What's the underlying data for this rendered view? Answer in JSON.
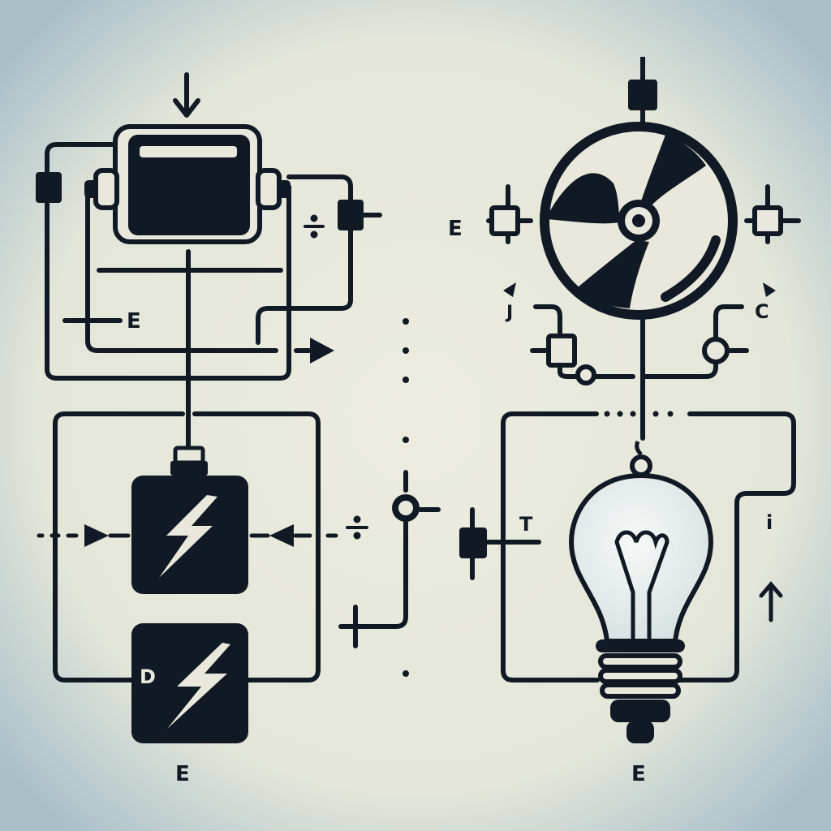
{
  "labels": {
    "left_bottom": "E",
    "right_bottom": "E",
    "left_motor_side": "E",
    "right_fan_left": "E",
    "right_fan_right": "C",
    "right_fan_left_small": "J",
    "battery_bottom_mark": "D",
    "right_switch": "T",
    "right_side_mark": "i",
    "plus_minus_1": "÷",
    "plus_minus_2": "÷"
  },
  "colors": {
    "ink": "#111a24",
    "paper": "#e8e8dc",
    "vignette": "#a9c0c9",
    "bulb_glass": "#eef3f2"
  },
  "icons": [
    "motor-icon",
    "battery-icon",
    "lightning-icon",
    "fan-icon",
    "light-bulb-icon",
    "switch-icon",
    "arrow-icon"
  ]
}
